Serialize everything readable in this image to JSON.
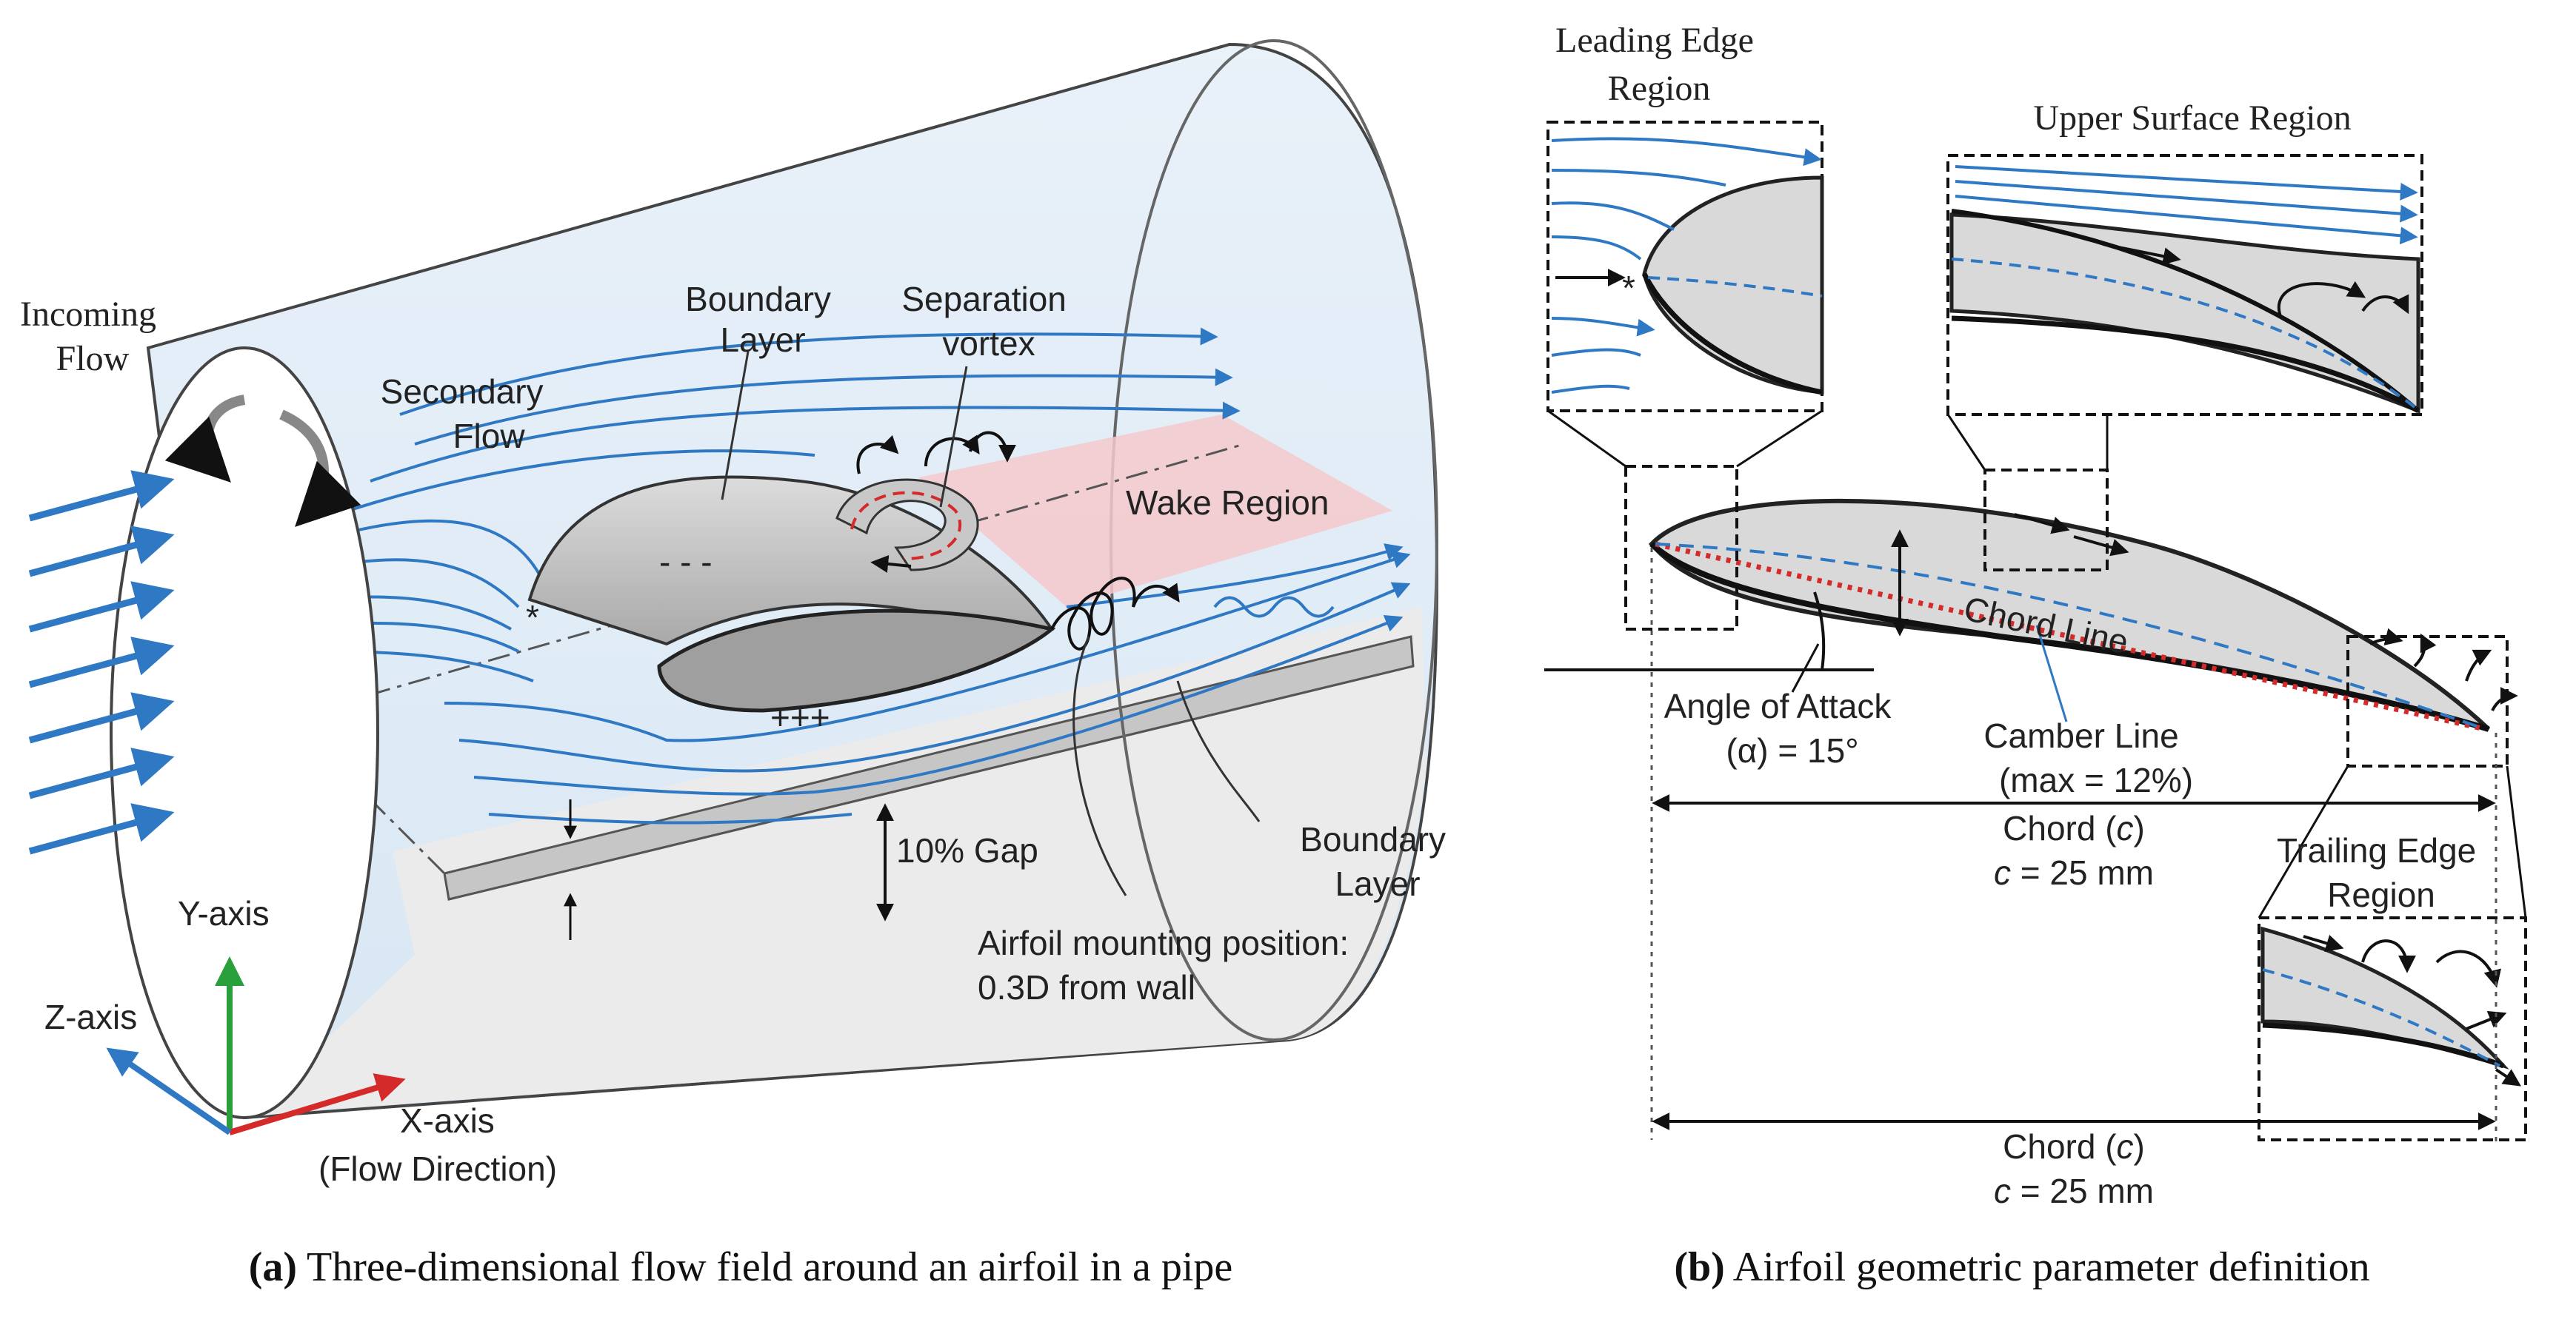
{
  "panel_a": {
    "caption_tag": "(a)",
    "caption": " Three-dimensional flow field around an airfoil in a pipe",
    "incoming_flow": [
      "Incoming",
      "Flow"
    ],
    "secondary_flow": [
      "Secondary",
      "Flow"
    ],
    "boundary_layer_top": [
      "Boundary",
      "Layer"
    ],
    "separation_vortex": [
      "Separation",
      "vortex"
    ],
    "wake_region": "Wake Region",
    "minus_signs": "- - -",
    "plus_signs": "+++",
    "gap_label": "10% Gap",
    "boundary_layer_bottom": [
      "Boundary",
      "Layer"
    ],
    "mounting": [
      "Airfoil mounting position:",
      "0.3D from wall"
    ],
    "y_axis": "Y-axis",
    "z_axis": "Z-axis",
    "x_axis": "X-axis",
    "x_axis_sub": "(Flow Direction)",
    "colors": {
      "flow": "#2f78c4",
      "x_axis": "#d42a2a",
      "y_axis": "#2aa03c",
      "z_axis": "#2f78c4",
      "wake": "#f4c9cc",
      "pipe": "#e3eef8"
    }
  },
  "panel_b": {
    "caption_tag": "(b)",
    "caption": " Airfoil geometric parameter definition",
    "leading_edge_region": [
      "Leading Edge",
      "Region"
    ],
    "upper_surface_region": "Upper Surface Region",
    "trailing_edge_region": [
      "Trailing Edge",
      "Region"
    ],
    "chord_line": "Chord Line",
    "angle_of_attack": "Angle of Attack",
    "alpha_value": "(α) = 15°",
    "camber_line": "Camber Line",
    "camber_max": "(max = 12%)",
    "chord_label_1": "Chord (",
    "chord_sym": "c",
    "chord_label_2": ")",
    "chord_value": " = 25 mm",
    "colors": {
      "chord": "#d42a2a",
      "camber": "#2f78c4"
    }
  }
}
